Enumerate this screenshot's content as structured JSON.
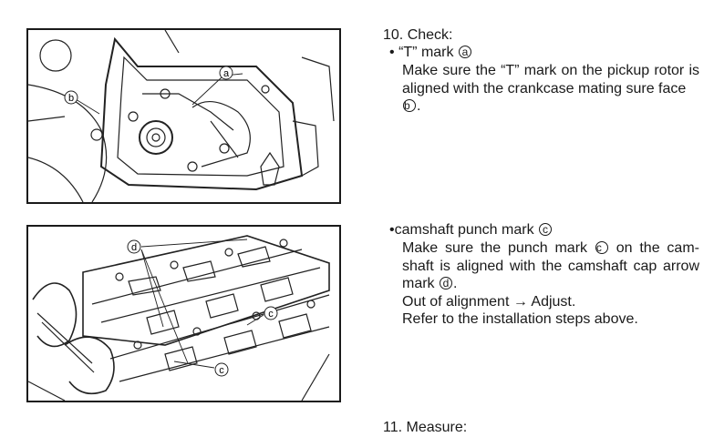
{
  "step10": {
    "heading": "10. Check:",
    "t_mark": {
      "bullet": "•",
      "label": "“T” mark",
      "ref": "a",
      "text_before": "Make sure the “T” mark on the pickup rotor is aligned with the crankcase mating sure face",
      "ref2": "b",
      "text_after": "."
    },
    "camshaft": {
      "bullet": "•",
      "label": "camshaft punch mark",
      "ref": "c",
      "line1_before": "Make sure the punch mark",
      "ref_c": "c",
      "line1_after": "on the cam-",
      "line2": "shaft is aligned with the camshaft cap arrow",
      "line3_before": "mark",
      "ref_d": "d",
      "line3_after": ".",
      "line4": "Out of alignment → Adjust.",
      "line5": "Refer to the installation steps above."
    }
  },
  "step11": {
    "heading": "11. Measure:"
  },
  "figure1": {
    "callouts": [
      "a",
      "b"
    ]
  },
  "figure2": {
    "callouts": [
      "d",
      "c",
      "c"
    ]
  }
}
